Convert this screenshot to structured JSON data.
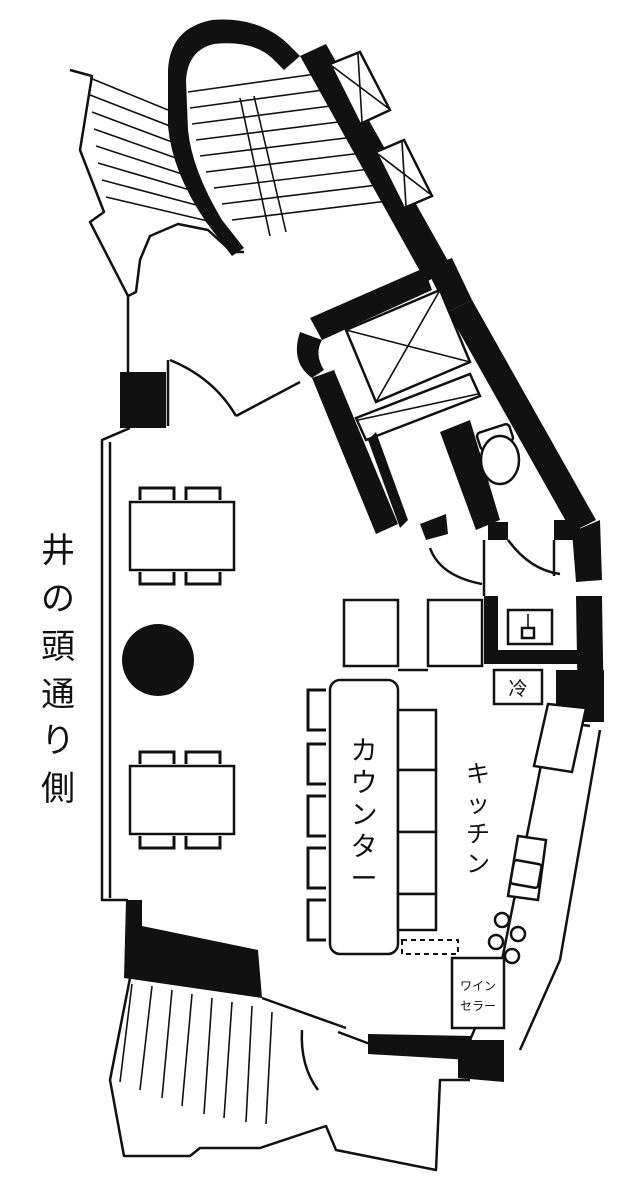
{
  "labels": {
    "street_side": [
      "井",
      "の",
      "頭",
      "通",
      "り",
      "側"
    ],
    "counter": [
      "カ",
      "ウ",
      "ン",
      "タ",
      "ー"
    ],
    "kitchen": [
      "キ",
      "ッ",
      "チ",
      "ン"
    ],
    "wine_cellar": [
      "ワイン",
      "セラー"
    ],
    "fridge": "冷"
  },
  "colors": {
    "ink": "#111111",
    "paper": "#ffffff"
  }
}
